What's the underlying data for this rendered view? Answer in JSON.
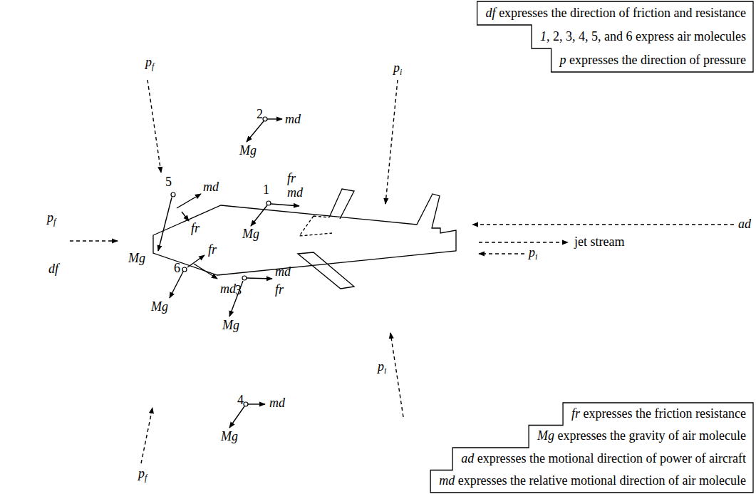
{
  "diagram": {
    "nodes": [
      {
        "text": [
          "df expresses the direction of friction and resistance",
          "1, 2, 3, 4, 5, and 6 express air molecules",
          "p expresses the direction of pressure"
        ]
      },
      {
        "text": [
          "fr expresses the friction resistance",
          "Mg expresses the gravity of air molecule",
          "ad expresses the motional direction of power of aircraft",
          "md expresses the relative motional direction of air molecule"
        ]
      }
    ],
    "edges": [],
    "labels": [
      "pf",
      "pf",
      "df",
      "pf",
      "pi",
      "ad",
      "jet stream",
      "pi",
      "pi",
      "2",
      "md",
      "Mg",
      "1",
      "fr",
      "md",
      "Mg",
      "5",
      "md",
      "fr",
      "Mg",
      "6",
      "fr",
      "md",
      "Mg",
      "3",
      "md",
      "fr",
      "Mg",
      "4",
      "md",
      "Mg"
    ]
  }
}
